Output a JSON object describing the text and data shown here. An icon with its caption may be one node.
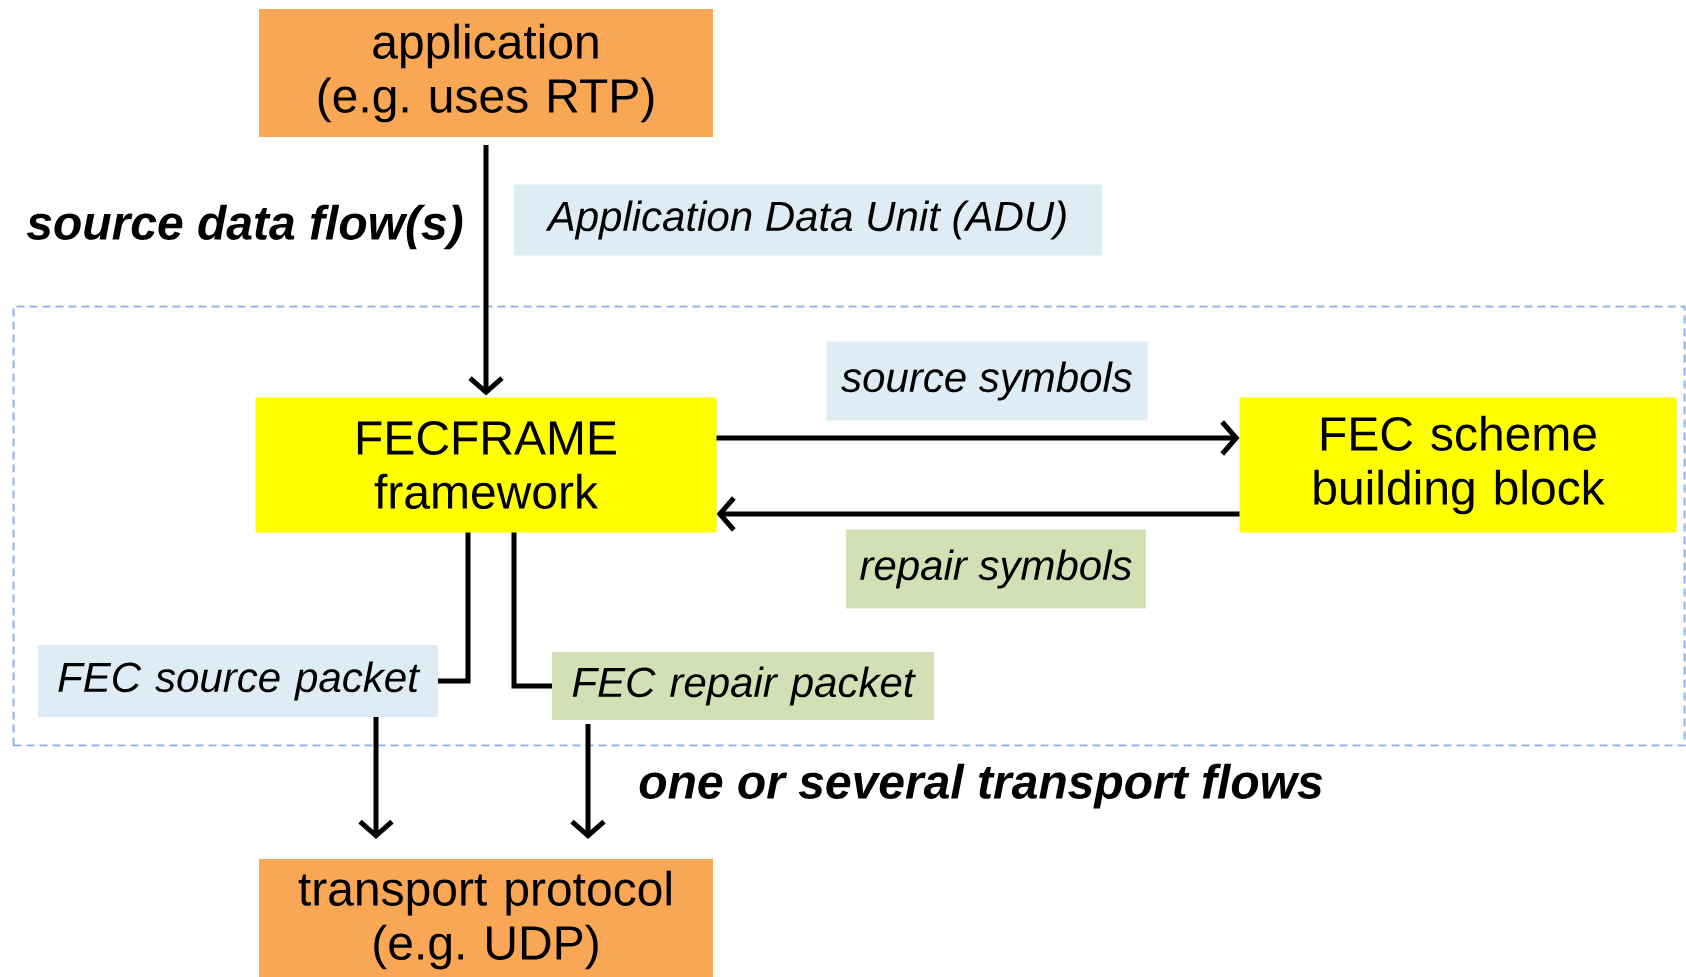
{
  "diagram": {
    "nodes": [
      {
        "text": [
          "application (e.g. uses RTP)"
        ]
      },
      {
        "text": [],
        "shape": "box"
      },
      {
        "text": [
          "FECFRAME framework"
        ],
        "in": 1
      },
      {
        "text": [
          "FEC scheme building block"
        ],
        "in": 1
      },
      {
        "text": [
          "FEC source packet"
        ],
        "in": 1
      },
      {
        "text": [
          "FEC repair packet"
        ],
        "in": 1
      },
      {
        "text": [
          "transport protocol (e.g. UDP)"
        ]
      }
    ],
    "edges": [
      {
        "from": 0,
        "to": 2,
        "arrow": "to",
        "label": "Application Data Unit (ADU)"
      },
      {
        "from": 2,
        "to": 3,
        "arrow": "to",
        "label": "source symbols"
      },
      {
        "from": 3,
        "to": 2,
        "arrow": "to",
        "label": "repair symbols"
      },
      {
        "from": 2,
        "to": 4,
        "arrow": "none"
      },
      {
        "from": 2,
        "to": 5,
        "arrow": "none"
      },
      {
        "from": 4,
        "to": 6,
        "arrow": "to"
      },
      {
        "from": 5,
        "to": 6,
        "arrow": "to"
      }
    ],
    "labels": [
      "source data flow(s)",
      "one or several transport flows"
    ]
  }
}
